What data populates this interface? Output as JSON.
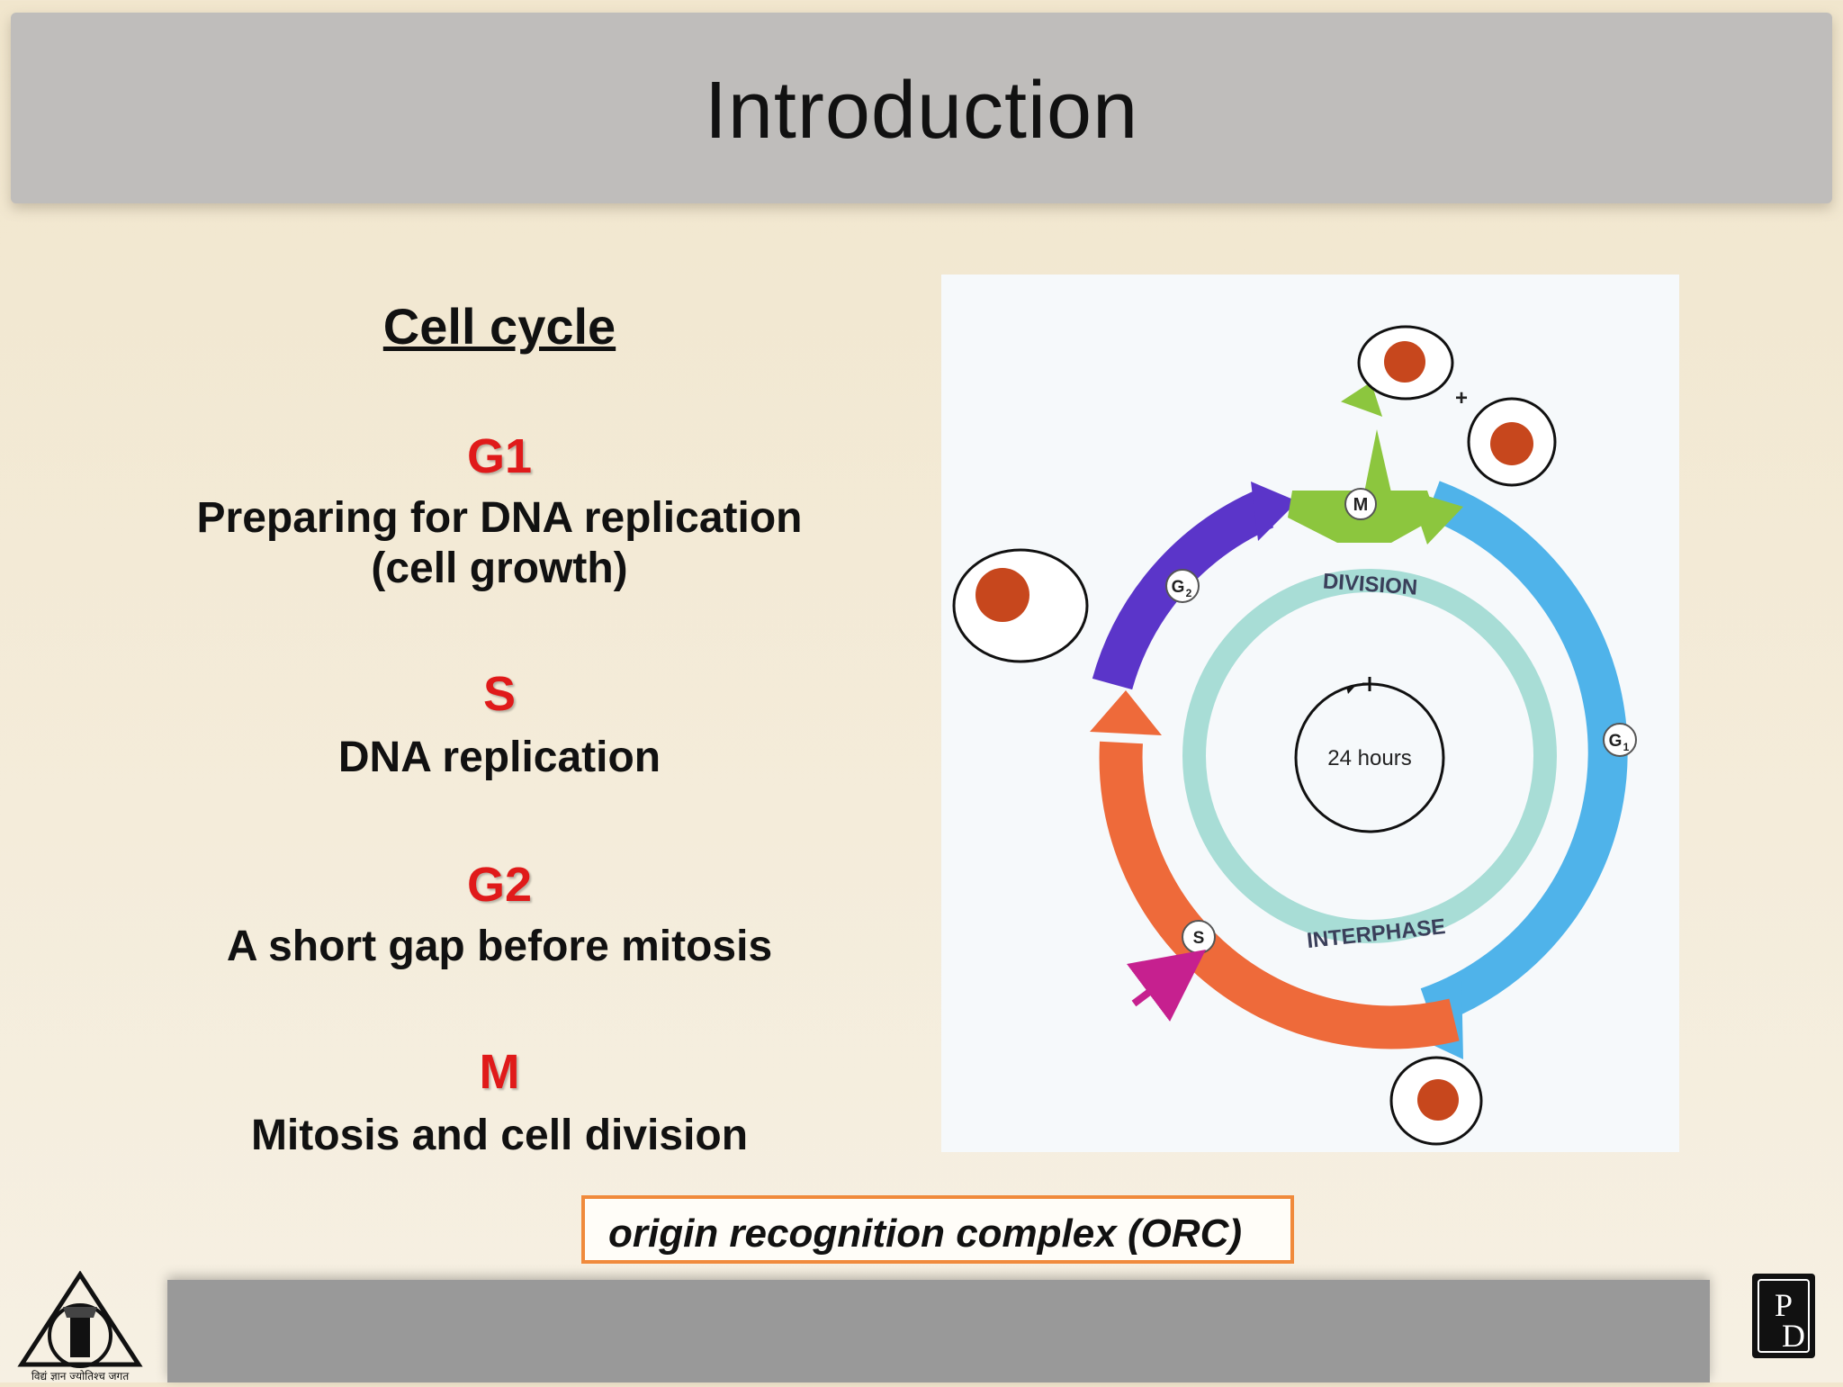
{
  "slide": {
    "title": "Introduction",
    "heading": "Cell cycle",
    "phases": [
      {
        "name": "G1",
        "desc_line1": "Preparing for DNA replication",
        "desc_line2": "(cell growth)"
      },
      {
        "name": "S",
        "desc_line1": "DNA replication"
      },
      {
        "name": "G2",
        "desc_line1": "A short gap before mitosis"
      },
      {
        "name": "M",
        "desc_line1": "Mitosis and cell division"
      }
    ],
    "callout": "origin recognition complex (ORC)"
  },
  "diagram": {
    "center_label": "24 hours",
    "ring_top_label": "DIVISION",
    "ring_bottom_label": "INTERPHASE",
    "plus_sign": "+",
    "phase_badges": {
      "m": "M",
      "g2": "G",
      "g2_sub": "2",
      "g1": "G",
      "g1_sub": "1",
      "s": "S"
    },
    "colors": {
      "g1": "#4fb3ea",
      "s": "#ee6a3a",
      "g2": "#5b35c9",
      "m": "#8cc63e",
      "ring": "#a8ddd6",
      "nucleus": "#c7471d",
      "pointer": "#c6208f"
    }
  },
  "logos": {
    "left_caption": "विद्यं ज्ञान ज्योतिश्च जगत",
    "right_glyph_top": "P",
    "right_glyph_bottom": "D"
  }
}
